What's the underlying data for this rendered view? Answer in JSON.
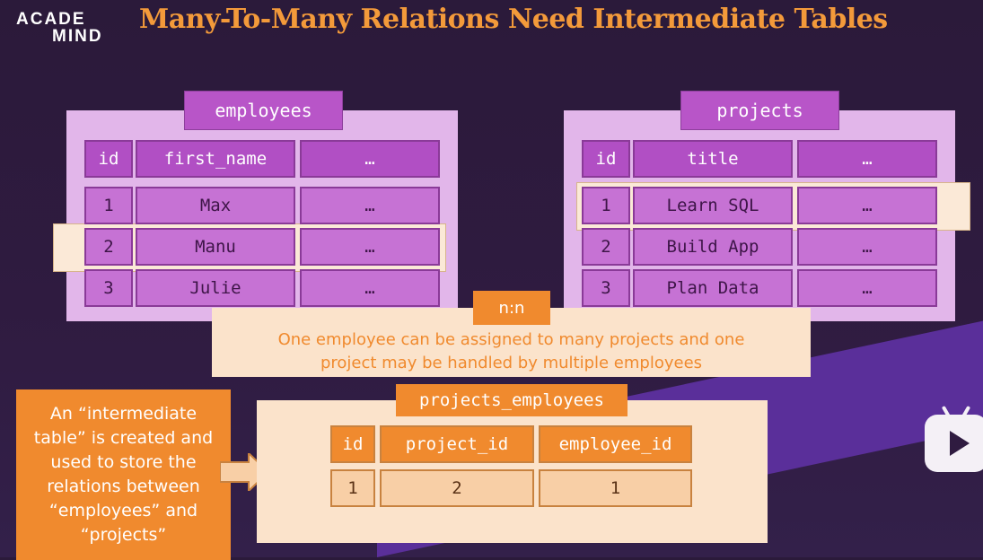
{
  "logo": {
    "line1": "ACADE",
    "line2": "MIND"
  },
  "title": "Many-To-Many Relations Need Intermediate Tables",
  "employees": {
    "name": "employees",
    "headers": [
      "id",
      "first_name",
      "…"
    ],
    "rows": [
      [
        "1",
        "Max",
        "…"
      ],
      [
        "2",
        "Manu",
        "…"
      ],
      [
        "3",
        "Julie",
        "…"
      ]
    ]
  },
  "projects": {
    "name": "projects",
    "headers": [
      "id",
      "title",
      "…"
    ],
    "rows": [
      [
        "1",
        "Learn SQL",
        "…"
      ],
      [
        "2",
        "Build App",
        "…"
      ],
      [
        "3",
        "Plan Data",
        "…"
      ]
    ]
  },
  "relation": {
    "tag": "n:n",
    "line1": "One employee can be assigned to many projects and one",
    "line2": "project may be handled by multiple employees"
  },
  "side_note": {
    "l1": "An “intermediate",
    "l2": "table” is created and",
    "l3": "used to store the",
    "l4": "relations between",
    "l5": "“employees” and",
    "l6": "“projects”"
  },
  "projects_employees": {
    "name": "projects_employees",
    "headers": [
      "id",
      "project_id",
      "employee_id"
    ],
    "rows": [
      [
        "1",
        "2",
        "1"
      ]
    ]
  },
  "colors": {
    "accent": "#f08a2e",
    "purple": "#b855c8",
    "panel": "#e2b6ea"
  }
}
